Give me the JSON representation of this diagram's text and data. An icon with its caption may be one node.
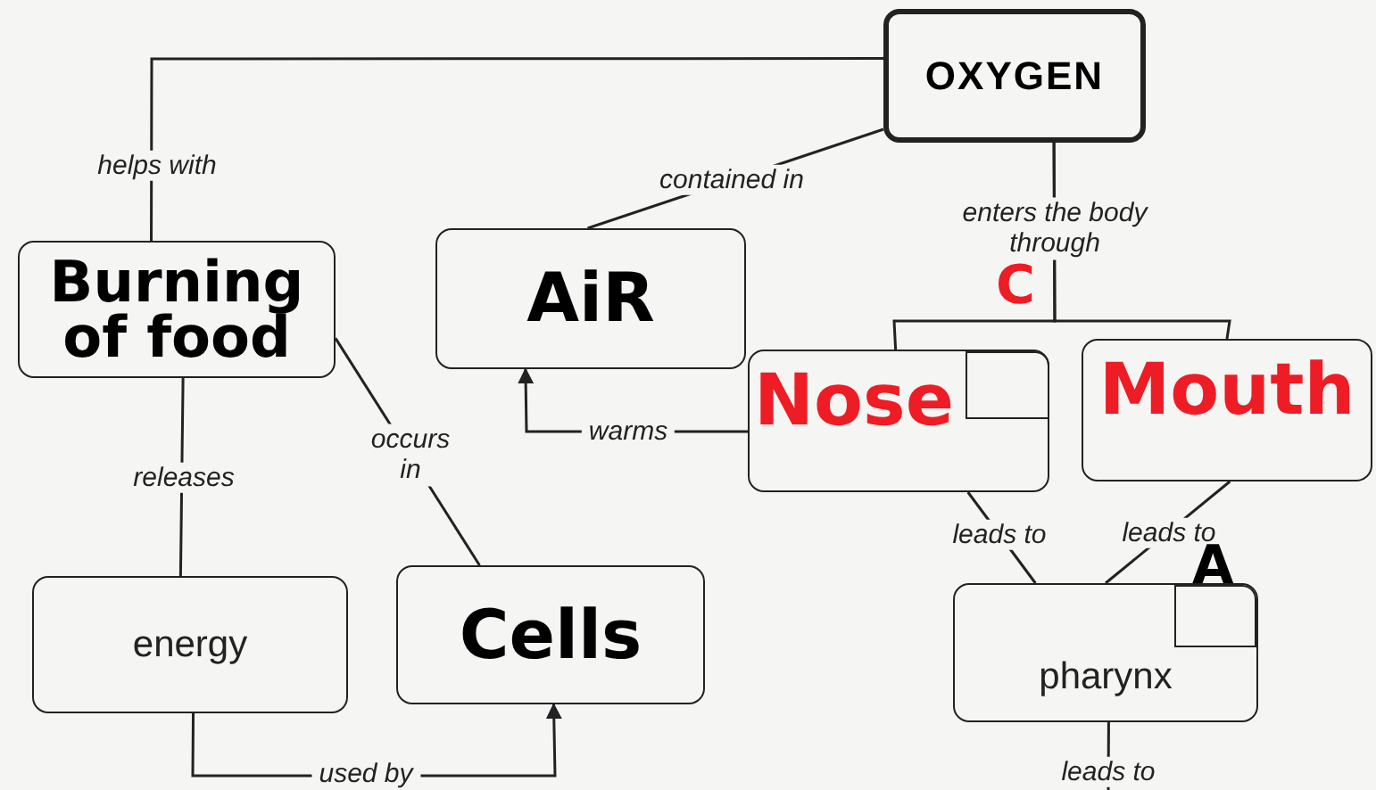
{
  "diagram": {
    "nodes": [
      {
        "text": [
          "OXYGEN"
        ]
      },
      {
        "text": [
          "Burning of food"
        ]
      },
      {
        "text": [
          "AiR"
        ]
      },
      {
        "text": [
          "Nose"
        ]
      },
      {
        "text": [
          "Mouth"
        ]
      },
      {
        "text": [
          "energy"
        ]
      },
      {
        "text": [
          "Cells"
        ]
      },
      {
        "text": [
          "pharynx"
        ]
      },
      {
        "text": [],
        "shape": "box",
        "in": 3
      },
      {
        "text": [],
        "shape": "box",
        "in": 7
      }
    ],
    "edges": [
      {
        "from": 0,
        "to": 1,
        "arrow": "none",
        "label": "helps with"
      },
      {
        "from": 0,
        "to": 2,
        "arrow": "none",
        "label": "contained in"
      },
      {
        "from": 0,
        "to": 3,
        "arrow": "none",
        "label": "enters the body through"
      },
      {
        "from": 0,
        "to": 4,
        "arrow": "none"
      },
      {
        "from": 3,
        "to": 2,
        "arrow": "to",
        "label": "warms"
      },
      {
        "from": 1,
        "to": 6,
        "arrow": "none",
        "label": "occurs in"
      },
      {
        "from": 1,
        "to": 5,
        "arrow": "none",
        "label": "releases"
      },
      {
        "from": 5,
        "to": 6,
        "arrow": "to",
        "label": "used by"
      },
      {
        "from": 3,
        "to": 7,
        "arrow": "none",
        "label": "leads to"
      },
      {
        "from": 4,
        "to": 7,
        "arrow": "none",
        "label": "leads to"
      },
      {
        "from": 7,
        "to": null,
        "arrow": "none",
        "label": "leads to"
      }
    ],
    "labels": [
      "C",
      "A"
    ]
  }
}
